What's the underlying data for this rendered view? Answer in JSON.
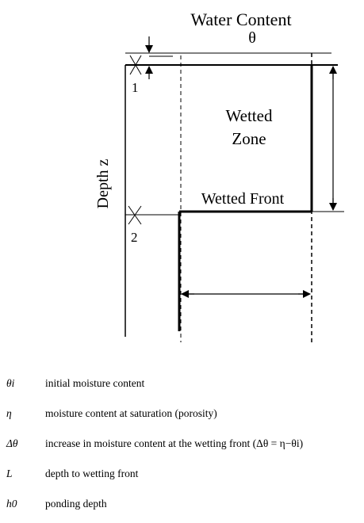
{
  "diagram": {
    "title_line1": "Water Content",
    "title_line2": "θ",
    "depth_label": "Depth z",
    "wetted_zone_line1": "Wetted",
    "wetted_zone_line2": "Zone",
    "wetted_front": "Wetted Front",
    "point1_label": "1",
    "point2_label": "2"
  },
  "legend": [
    {
      "symbol": "θi",
      "description": "initial moisture content"
    },
    {
      "symbol": "η",
      "description": "moisture content at saturation (porosity)"
    },
    {
      "symbol": "Δθ",
      "description": "increase in moisture content at the wetting front (Δθ = η−θi)"
    },
    {
      "symbol": "L",
      "description": "depth to wetting front"
    },
    {
      "symbol": "h0",
      "description": "ponding depth"
    }
  ]
}
